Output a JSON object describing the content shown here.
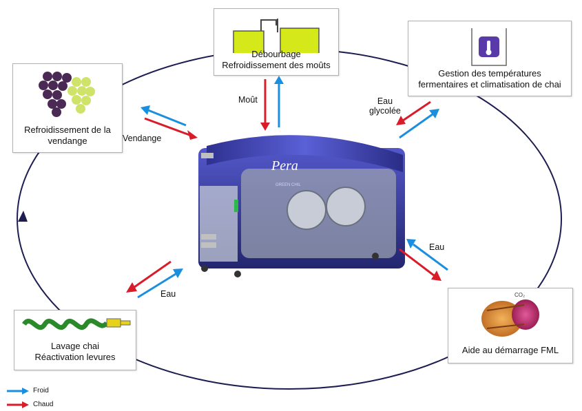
{
  "boxes": {
    "debourbage": {
      "line1": "Débourbage",
      "line2": "Refroidissement des moûts"
    },
    "gestion": {
      "line1": "Gestion des températures",
      "line2": "fermentaires et climatisation de chai"
    },
    "vendange_box": {
      "line1": "Refroidissement de la",
      "line2": "vendange"
    },
    "lavage": {
      "line1": "Lavage chai",
      "line2": "Réactivation levures"
    },
    "fml": {
      "line1": "Aide au démarrage FML",
      "co2": "CO₂"
    }
  },
  "flows": {
    "mout": "Moût",
    "eau_glycolee_1": "Eau",
    "eau_glycolee_2": "glycolée",
    "vendange": "Vendange",
    "eau_left": "Eau",
    "eau_right": "Eau"
  },
  "machine": {
    "brand": "Pera",
    "model": "GREEN CHIL"
  },
  "legend": {
    "cold": "Froid",
    "hot": "Chaud"
  },
  "colors": {
    "cold": "#1a8fe0",
    "hot": "#d91c2a",
    "machine": "#3a3fa8",
    "cycle": "#1d1d52"
  }
}
